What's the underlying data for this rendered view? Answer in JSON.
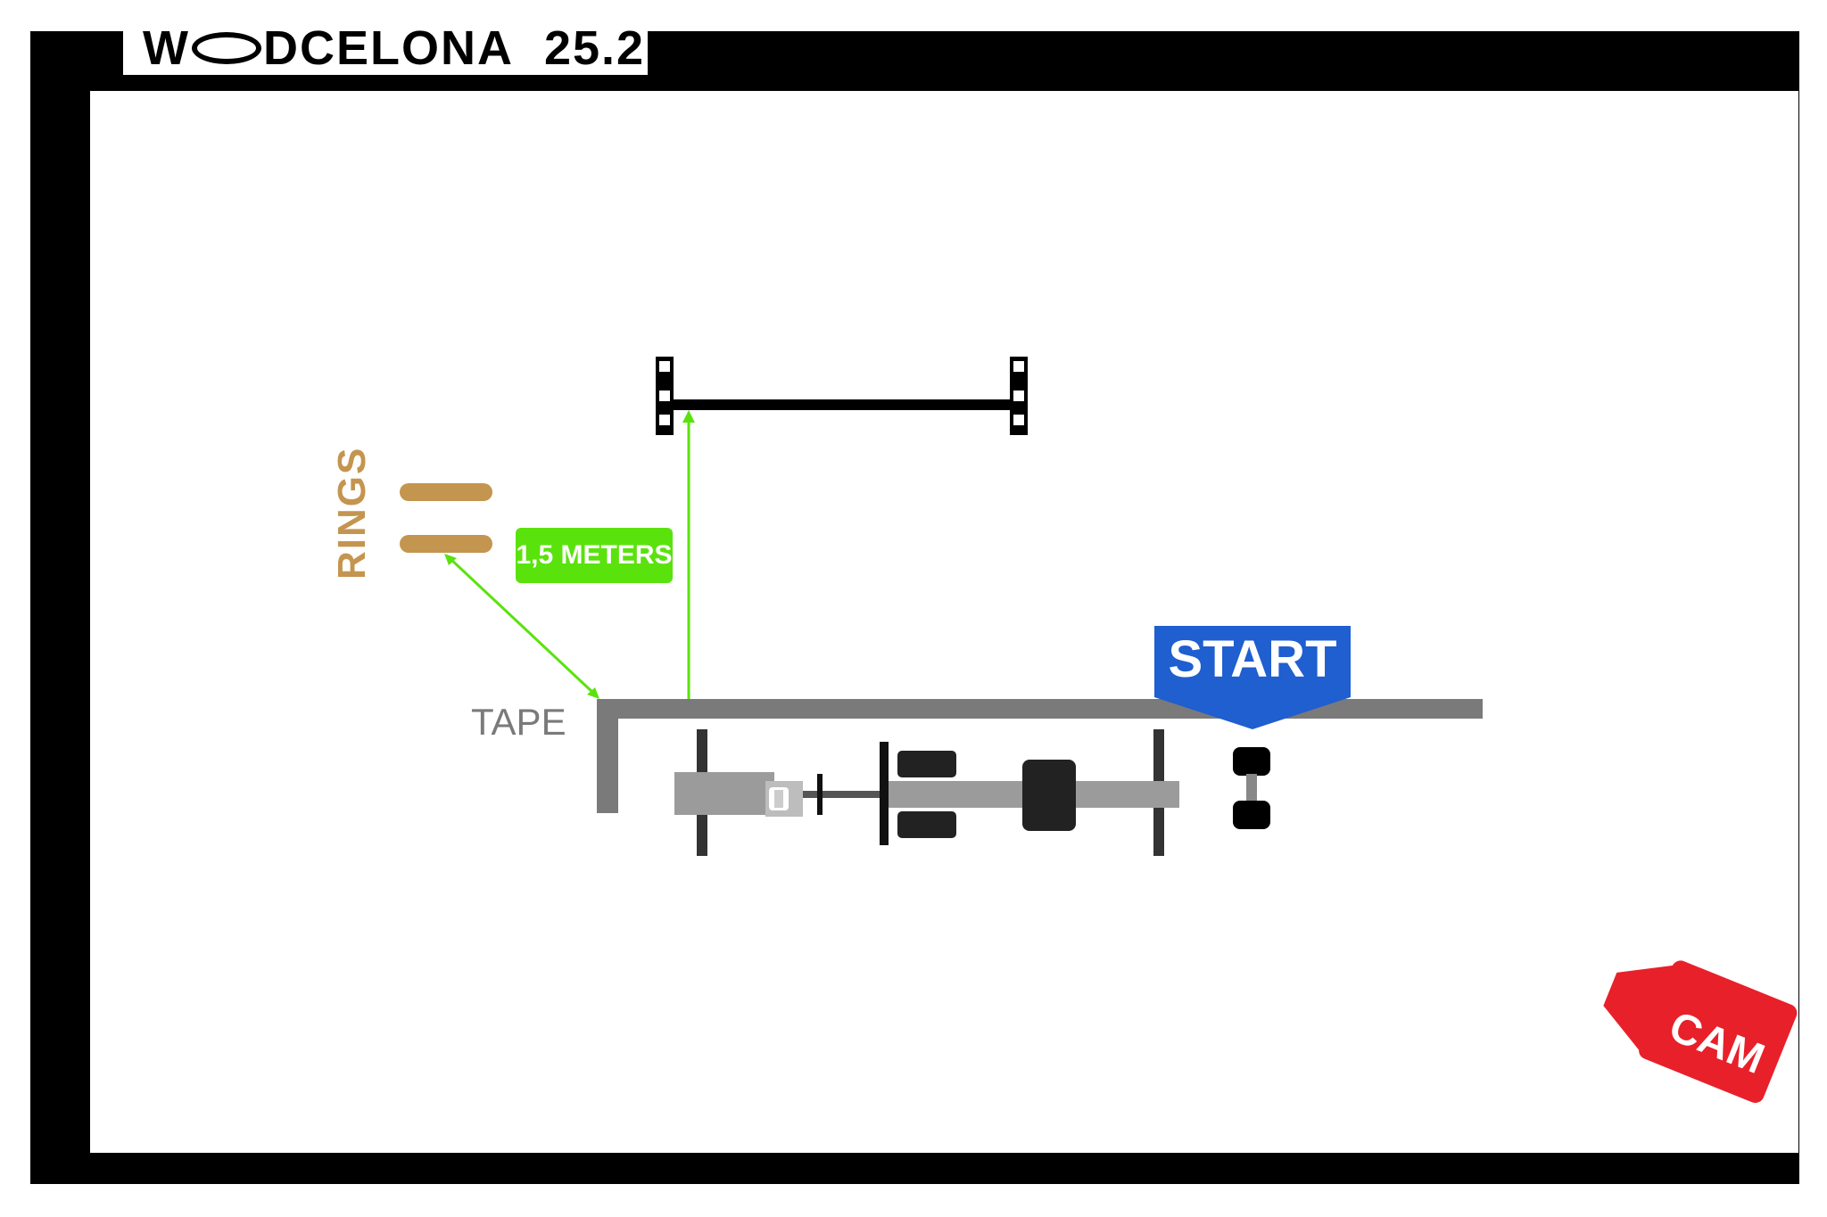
{
  "title": {
    "brand_prefix": "W",
    "brand_suffix": "DCELONA",
    "version": "25.2"
  },
  "labels": {
    "rings": "RINGS",
    "distance": "1,5 METERS",
    "tape": "TAPE",
    "start": "START",
    "cam": "CAM"
  },
  "colors": {
    "rings": "#c4954f",
    "distance_badge": "#5ae20d",
    "measure_line": "#5ae20d",
    "tape": "#7a7a7a",
    "start_marker": "#1f5fcf",
    "camera": "#e8202a",
    "frame": "#000000"
  },
  "icons": [
    "pull-up-bar-icon",
    "rings-icon",
    "rower-icon",
    "dumbbell-icon",
    "start-marker-icon",
    "camera-icon"
  ]
}
